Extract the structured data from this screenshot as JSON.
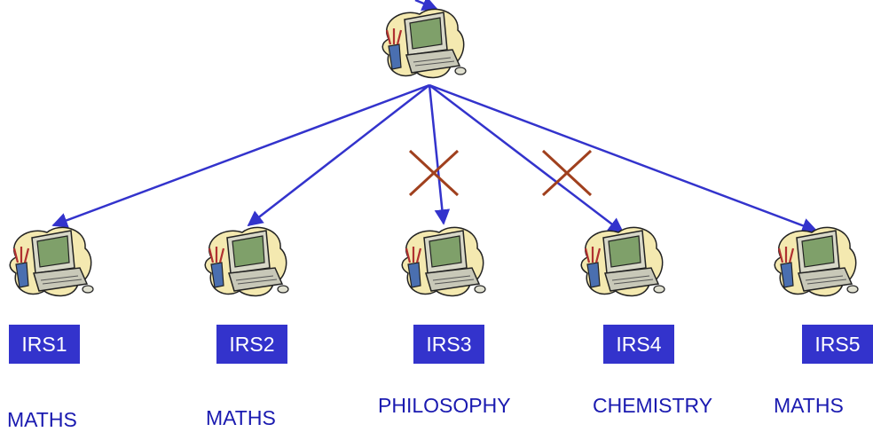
{
  "diagram": {
    "root": {
      "icon": "computer-icon"
    },
    "servers": [
      {
        "id": "IRS1",
        "label": "IRS1",
        "subject": "MATHS",
        "icon": "computer-icon",
        "blocked": false
      },
      {
        "id": "IRS2",
        "label": "IRS2",
        "subject": "MATHS",
        "icon": "computer-icon",
        "blocked": false
      },
      {
        "id": "IRS3",
        "label": "IRS3",
        "subject": "PHILOSOPHY",
        "icon": "computer-icon",
        "blocked": true
      },
      {
        "id": "IRS4",
        "label": "IRS4",
        "subject": "CHEMISTRY",
        "icon": "computer-icon",
        "blocked": true
      },
      {
        "id": "IRS5",
        "label": "IRS5",
        "subject": "MATHS",
        "icon": "computer-icon",
        "blocked": false
      }
    ],
    "colors": {
      "arrow": "#3333cc",
      "label_box": "#3333cc",
      "label_text": "#ffffff",
      "subject_text": "#1a1ab0",
      "cross": "#a0401e",
      "cloud": "#f4e9b0"
    }
  }
}
